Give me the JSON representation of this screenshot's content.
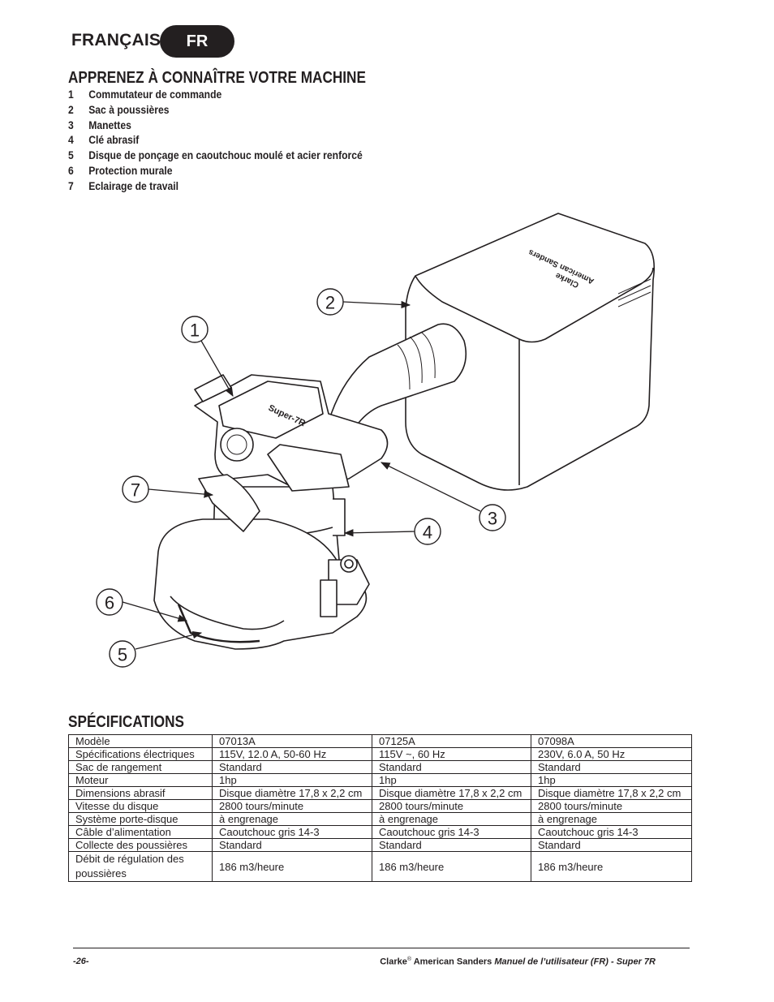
{
  "header": {
    "language": "FRANÇAIS",
    "badge": "FR"
  },
  "section1": {
    "title": "APPRENEZ À CONNAÎTRE VOTRE MACHINE",
    "items": [
      {
        "num": "1",
        "label": "Commutateur de commande"
      },
      {
        "num": "2",
        "label": "Sac à poussières"
      },
      {
        "num": "3",
        "label": "Manettes"
      },
      {
        "num": "4",
        "label": "Clé abrasif"
      },
      {
        "num": "5",
        "label": "Disque de ponçage en caoutchouc moulé et acier renforcé"
      },
      {
        "num": "6",
        "label": "Protection murale"
      },
      {
        "num": "7",
        "label": "Eclairage de travail"
      }
    ]
  },
  "diagram": {
    "callouts": [
      "1",
      "2",
      "3",
      "4",
      "5",
      "6",
      "7"
    ],
    "bag_text": [
      "Clarke",
      "American Sanders"
    ],
    "head_text": "Super-7R"
  },
  "section2": {
    "title": "SPÉCIFICATIONS",
    "rows": [
      [
        "Modèle",
        "07013A",
        "07125A",
        "07098A"
      ],
      [
        "Spécifications électriques",
        "115V, 12.0 A, 50-60 Hz",
        "115V ~, 60 Hz",
        "230V, 6.0 A, 50 Hz"
      ],
      [
        "Sac de rangement",
        "Standard",
        "Standard",
        "Standard"
      ],
      [
        "Moteur",
        "1hp",
        "1hp",
        "1hp"
      ],
      [
        "Dimensions abrasif",
        "Disque diamètre 17,8 x 2,2 cm",
        "Disque diamètre 17,8 x 2,2 cm",
        "Disque diamètre 17,8 x 2,2 cm"
      ],
      [
        "Vitesse du disque",
        "2800 tours/minute",
        "2800 tours/minute",
        "2800 tours/minute"
      ],
      [
        "Système porte-disque",
        "à engrenage",
        "à engrenage",
        "à engrenage"
      ],
      [
        "Câble d’alimentation",
        "Caoutchouc gris 14-3",
        "Caoutchouc gris 14-3",
        "Caoutchouc gris 14-3"
      ],
      [
        "Collecte des poussières",
        "Standard",
        "Standard",
        "Standard"
      ],
      [
        "Débit de régulation des poussières",
        "186 m3/heure",
        "186 m3/heure",
        "186 m3/heure"
      ]
    ]
  },
  "footer": {
    "page": "-26-",
    "brand": "Clarke",
    "reg": "®",
    "company": " American Sanders ",
    "manual": "Manuel de l’utilisateur (FR) - Super 7R"
  }
}
